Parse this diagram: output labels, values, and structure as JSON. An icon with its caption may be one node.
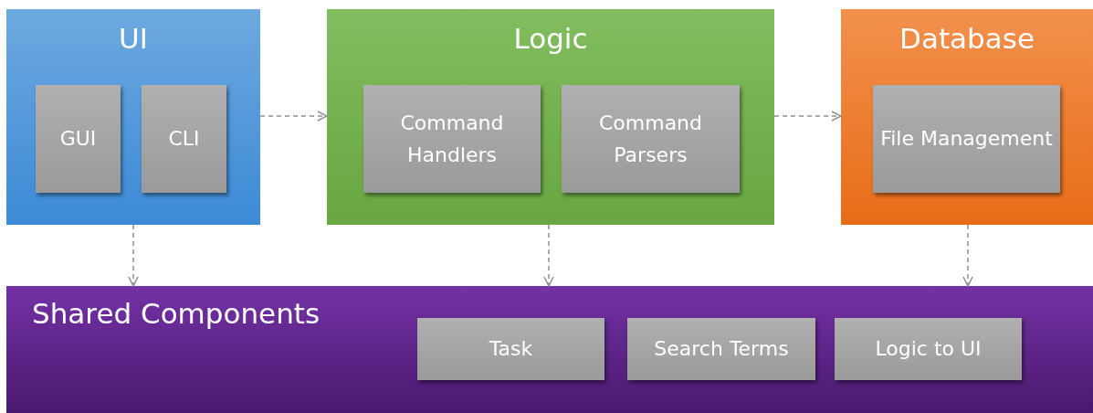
{
  "diagram": {
    "nodes": [
      {
        "text": [
          "UI"
        ]
      },
      {
        "text": [
          "GUI"
        ],
        "in": 0
      },
      {
        "text": [
          "CLI"
        ],
        "in": 0
      },
      {
        "text": [
          "Logic"
        ]
      },
      {
        "text": [
          "Command Handlers"
        ],
        "in": 3
      },
      {
        "text": [
          "Command Parsers"
        ],
        "in": 3
      },
      {
        "text": [
          "Database"
        ]
      },
      {
        "text": [
          "File Management"
        ],
        "in": 6
      },
      {
        "text": [
          "Shared Components"
        ]
      },
      {
        "text": [
          "Task"
        ],
        "in": 8
      },
      {
        "text": [
          "Search Terms"
        ],
        "in": 8
      },
      {
        "text": [
          "Logic to UI"
        ],
        "in": 8
      }
    ],
    "edges": [
      {
        "from": 0,
        "to": 3,
        "arrow": "to",
        "style": "dashed"
      },
      {
        "from": 3,
        "to": 6,
        "arrow": "to",
        "style": "dashed"
      },
      {
        "from": 0,
        "to": 8,
        "arrow": "to",
        "style": "dashed"
      },
      {
        "from": 3,
        "to": 8,
        "arrow": "to",
        "style": "dashed"
      },
      {
        "from": 6,
        "to": 8,
        "arrow": "to",
        "style": "dashed"
      }
    ]
  }
}
